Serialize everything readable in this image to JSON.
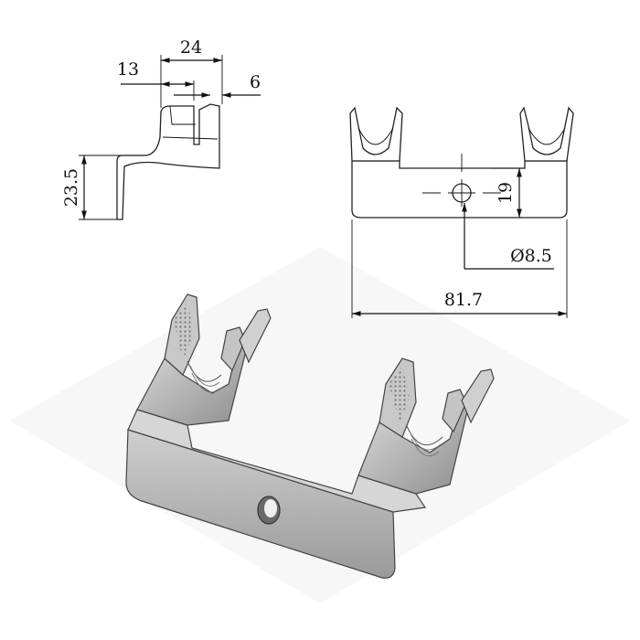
{
  "drawing": {
    "side_view": {
      "dim_total_width": "24",
      "dim_left_offset": "13",
      "dim_slot": "6",
      "dim_height": "23.5"
    },
    "front_view": {
      "dim_height": "19",
      "dim_hole": "Ø8.5",
      "dim_length": "81.7"
    },
    "iso_view": {}
  }
}
